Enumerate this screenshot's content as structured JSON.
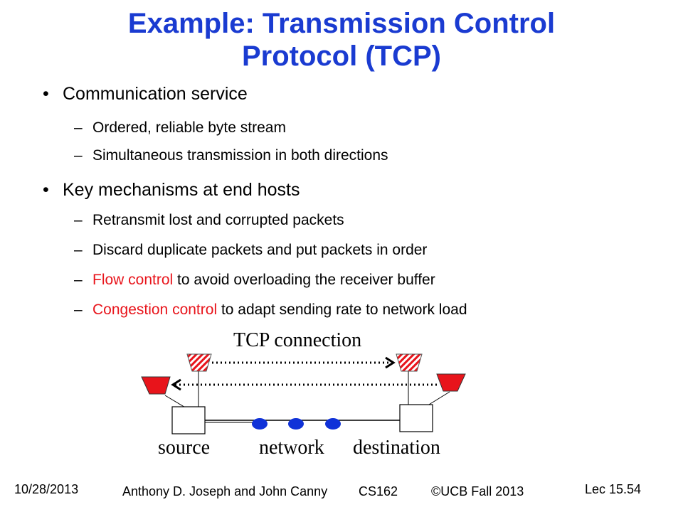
{
  "slide": {
    "title_line1": "Example: Transmission Control",
    "title_line2": "Protocol (TCP)",
    "bullets": [
      {
        "label": "Communication service",
        "subitems": [
          {
            "pre": "",
            "highlight": "",
            "post": "Ordered, reliable byte stream"
          },
          {
            "pre": "",
            "highlight": "",
            "post": "Simultaneous transmission in both directions"
          }
        ]
      },
      {
        "label": "Key mechanisms at end hosts",
        "subitems": [
          {
            "pre": "",
            "highlight": "",
            "post": "Retransmit lost and corrupted packets"
          },
          {
            "pre": "",
            "highlight": "",
            "post": "Discard duplicate packets and put packets in order"
          },
          {
            "pre": "",
            "highlight": "Flow control",
            "post": " to avoid overloading the receiver buffer"
          },
          {
            "pre": "",
            "highlight": "Congestion control",
            "post": " to adapt sending rate to network load"
          }
        ]
      }
    ],
    "bullet_glyph": "•",
    "dash_glyph": "–",
    "colors": {
      "title": "#1a3bd1",
      "highlight": "#e8141b",
      "socket_fill": "#e8141b",
      "network_node": "#1032d8"
    }
  },
  "diagram": {
    "connection_label": "TCP connection",
    "source_label": "source",
    "network_label": "network",
    "destination_label": "destination"
  },
  "footer": {
    "date": "10/28/2013",
    "authors": "Anthony D. Joseph and John Canny",
    "course": "CS162",
    "copyright": "©UCB Fall 2013",
    "lecture": "Lec 15.54"
  }
}
